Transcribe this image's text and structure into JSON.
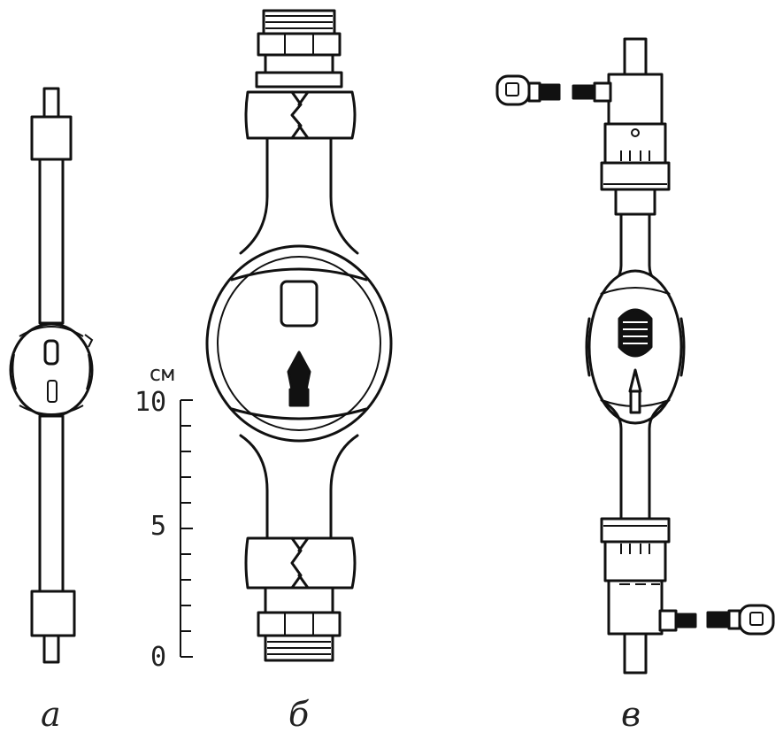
{
  "figure": {
    "labels": {
      "a": "а",
      "b": "б",
      "c": "в"
    },
    "scale": {
      "unit": "см",
      "ticks": [
        "10",
        "5",
        "0"
      ]
    }
  }
}
